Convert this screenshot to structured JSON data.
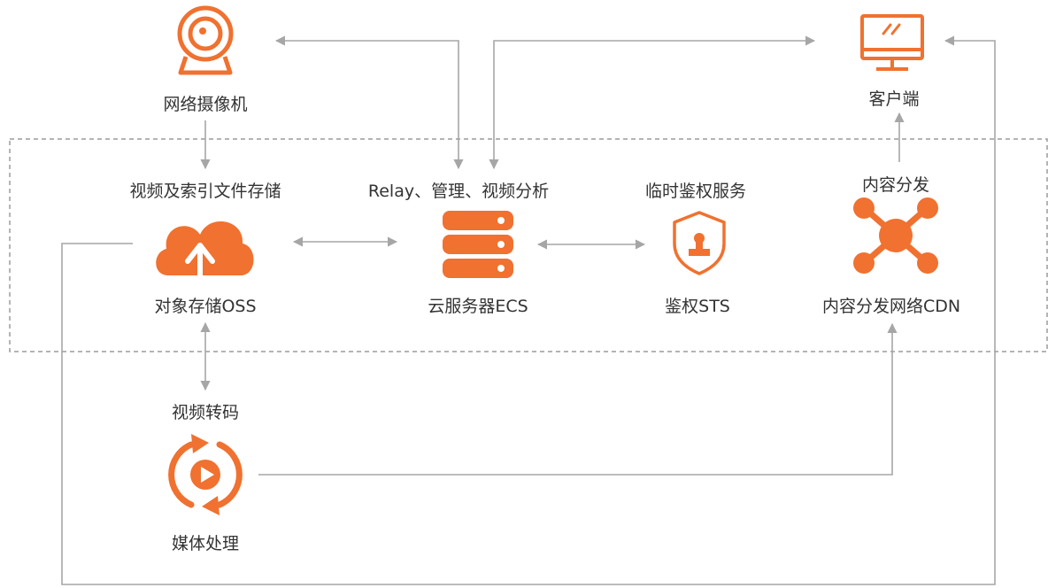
{
  "colors": {
    "accent": "#f07130",
    "line": "#a6a6a6",
    "border": "#9c9c9c",
    "text": "#333333"
  },
  "nodes": {
    "camera": {
      "label": "网络摄像机",
      "icon": "webcam-icon"
    },
    "client": {
      "label": "客户端",
      "icon": "monitor-icon"
    },
    "oss": {
      "label": "对象存储OSS",
      "caption": "视频及索引文件存储",
      "icon": "cloud-upload-icon"
    },
    "ecs": {
      "label": "云服务器ECS",
      "caption": "Relay、管理、视频分析",
      "icon": "server-icon"
    },
    "sts": {
      "label": "鉴权STS",
      "caption": "临时鉴权服务",
      "icon": "shield-stamp-icon"
    },
    "cdn": {
      "label": "内容分发网络CDN",
      "caption": "内容分发",
      "icon": "network-hub-icon"
    },
    "transcode": {
      "label": "视频转码"
    },
    "media": {
      "label": "媒体处理",
      "icon": "play-refresh-icon"
    }
  }
}
